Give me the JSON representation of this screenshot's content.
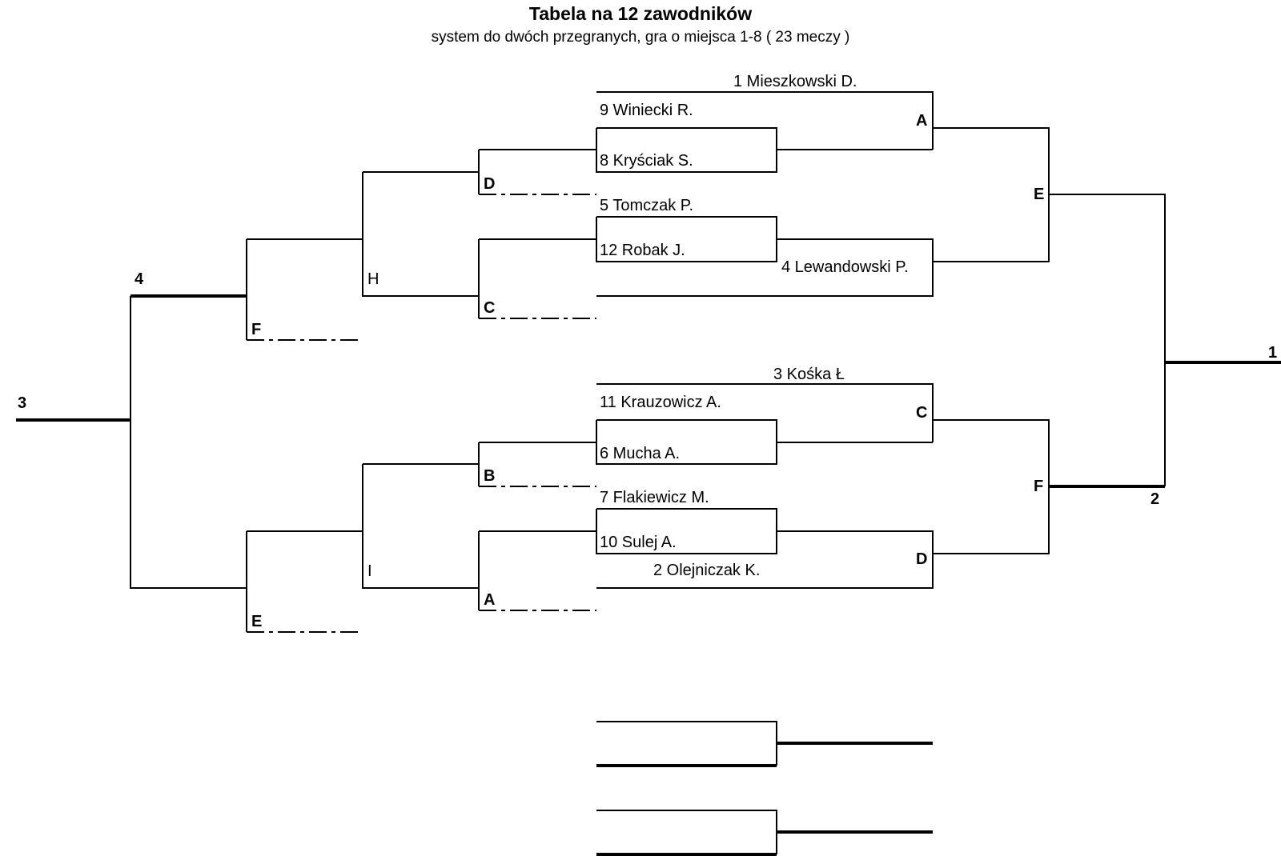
{
  "header": {
    "title": "Tabela  na 12 zawodników",
    "subtitle": "system do dwóch przegranych, gra o miejsca 1-8 ( 23 meczy )"
  },
  "players": {
    "p1": "1 Mieszkowski D.",
    "p9": "9 Winiecki R.",
    "p8": "8 Kryściak S.",
    "p5": "5 Tomczak P.",
    "p12": "12 Robak J.",
    "p4": "4 Lewandowski P.",
    "p3": "3 Kośka Ł",
    "p11": "11 Krauzowicz A.",
    "p6": "6 Mucha A.",
    "p7": "7 Flakiewicz M.",
    "p10": "10 Sulej A.",
    "p2": "2 Olejniczak K."
  },
  "winners_codes": {
    "A": "A",
    "C": "C",
    "D": "D",
    "E": "E",
    "F": "F"
  },
  "losers_codes": {
    "D": "D",
    "C": "C",
    "H": "H",
    "F": "F",
    "B": "B",
    "A": "A",
    "I": "I",
    "E": "E"
  },
  "places": {
    "first": "1",
    "second": "2",
    "third": "3",
    "fourth": "4"
  }
}
